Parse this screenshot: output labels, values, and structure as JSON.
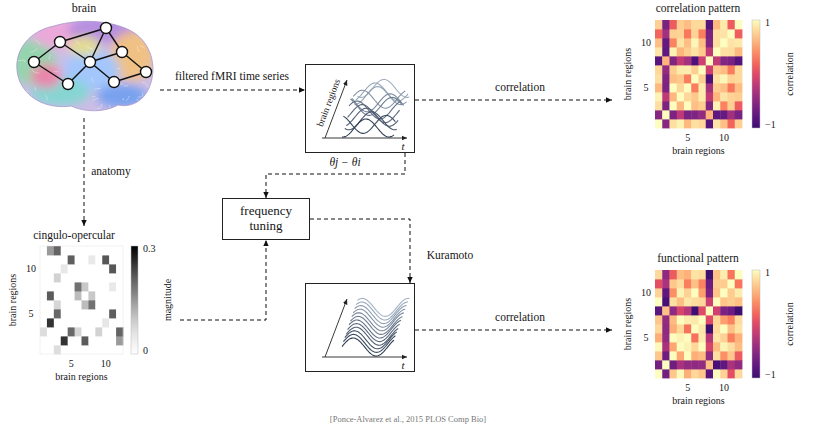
{
  "diagram": {
    "caption": "[Ponce-Alvarez et al., 2015 PLOS Comp Bio]",
    "nodes": [
      {
        "text": [
          "brain"
        ]
      },
      {
        "text": [
          "brain regions",
          "t"
        ]
      },
      {
        "text": [
          "correlation pattern",
          "10",
          "5",
          "brain regions",
          "5",
          "10",
          "brain regions",
          "1",
          "correlation",
          "−1"
        ]
      },
      {
        "text": [
          "frequency tuning"
        ]
      },
      {
        "text": [
          "cingulo-opercular",
          "10",
          "5",
          "brain regions",
          "5",
          "10",
          "brain regions",
          "0.3",
          "magnitude",
          "0"
        ]
      },
      {
        "text": [
          "t"
        ]
      },
      {
        "text": [
          "functional pattern",
          "10",
          "5",
          "brain regions",
          "5",
          "10",
          "brain regions",
          "1",
          "correlation",
          "−1"
        ]
      }
    ],
    "edges": [
      {
        "from": 0,
        "to": 1,
        "arrow": "to",
        "label": "filtered fMRI time series"
      },
      {
        "from": 1,
        "to": 2,
        "arrow": "to",
        "label": "correlation"
      },
      {
        "from": 0,
        "to": 4,
        "arrow": "to",
        "label": "anatomy"
      },
      {
        "from": 1,
        "to": 3,
        "arrow": "to",
        "label": "θj − θi"
      },
      {
        "from": 4,
        "to": 3,
        "arrow": "to"
      },
      {
        "from": 3,
        "to": 5,
        "arrow": "to",
        "label": "Kuramoto"
      },
      {
        "from": 5,
        "to": 6,
        "arrow": "to",
        "label": "correlation"
      }
    ]
  }
}
